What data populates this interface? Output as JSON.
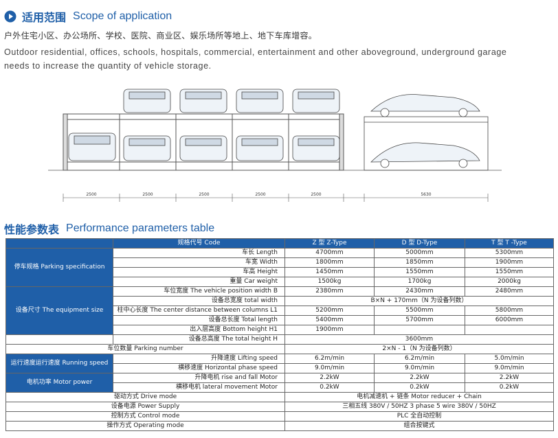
{
  "section1": {
    "icon": "play-circle-icon",
    "title_cn": "适用范围",
    "title_en": "Scope of application",
    "desc_cn": "户外住宅小区、办公场所、学校、医院、商业区、娱乐场所等地上、地下车库增容。",
    "desc_en": "Outdoor residential, offices, schools, hospitals, commercial, entertainment and other aboveground, underground garage needs to increase the quantity of vehicle storage."
  },
  "drawing": {
    "dims": [
      "2500",
      "2500",
      "2500",
      "2500",
      "2500",
      "5630"
    ]
  },
  "section2": {
    "title_cn": "性能参数表",
    "title_en": "Performance parameters table"
  },
  "table": {
    "header": {
      "code": "规格代号 Code",
      "z": "Z 型  Z-Type",
      "d": "D 型  D-Type",
      "t": "T 型  T -Type"
    },
    "group_parking": "停车规格 Parking specification",
    "group_equipment": "设备尺寸 The equipment size",
    "group_speed": "运行速度运行速度 Running speed",
    "group_power": "电机功率 Motor power",
    "rows": {
      "length": {
        "label": "车长 Length",
        "z": "4700mm",
        "d": "5000mm",
        "t": "5300mm"
      },
      "width": {
        "label": "车宽 Width",
        "z": "1800mm",
        "d": "1850mm",
        "t": "1900mm"
      },
      "height": {
        "label": "车高 Height",
        "z": "1450mm",
        "d": "1550mm",
        "t": "1550mm"
      },
      "weight": {
        "label": "重量 Car weight",
        "z": "1500kg",
        "d": "1700kg",
        "t": "2000kg"
      },
      "pos_width": {
        "label": "车位宽度 The vehicle position width B",
        "z": "2380mm",
        "d": "2430mm",
        "t": "2480mm"
      },
      "total_width": {
        "label": "设备总宽度 total width",
        "all": "B×N + 170mm（N 为设备列数）"
      },
      "center_dist": {
        "label": "柱中心长度 The center distance between columns L1",
        "z": "5200mm",
        "d": "5500mm",
        "t": "5800mm"
      },
      "total_length": {
        "label": "设备总长度 Total length",
        "z": "5400mm",
        "d": "5700mm",
        "t": "6000mm"
      },
      "bottom_height": {
        "label": "出入层高度 Bottom height    H1",
        "z": "1900mm"
      },
      "total_height": {
        "label": "设备总高度 The total height  H",
        "all": "3600mm"
      },
      "parking_number": {
        "label": "车位数量 Parking number",
        "all": "2×N - 1（N 为设备列数）"
      },
      "lifting_speed": {
        "label": "升降速度 Lifting speed",
        "z": "6.2m/min",
        "d": "6.2m/min",
        "t": "5.0m/min"
      },
      "horizontal_speed": {
        "label": "横移速度 Horizontal phase speed",
        "z": "9.0m/min",
        "d": "9.0m/min",
        "t": "9.0m/min"
      },
      "lift_motor": {
        "label": "升降电机 rise and fall Motor",
        "z": "2.2kW",
        "d": "2.2kW",
        "t": "2.2kW"
      },
      "lateral_motor": {
        "label": "横移电机 lateral movement Motor",
        "z": "0.2kW",
        "d": "0.2kW",
        "t": "0.2kW"
      },
      "drive_mode": {
        "label": "驱动方式 Drive mode",
        "all": "电机减速机 + 链条    Motor reducer + Chain"
      },
      "power_supply": {
        "label": "设备电源 Power Supply",
        "all": "三相五线 380V / 50HZ    3 phase 5 wire 380V / 50HZ"
      },
      "control_mode": {
        "label": "控制方式 Control mode",
        "all": "PLC 全自动控制"
      },
      "operating_mode": {
        "label": "操作方式 Operating mode",
        "all": "组合按键式"
      }
    }
  }
}
